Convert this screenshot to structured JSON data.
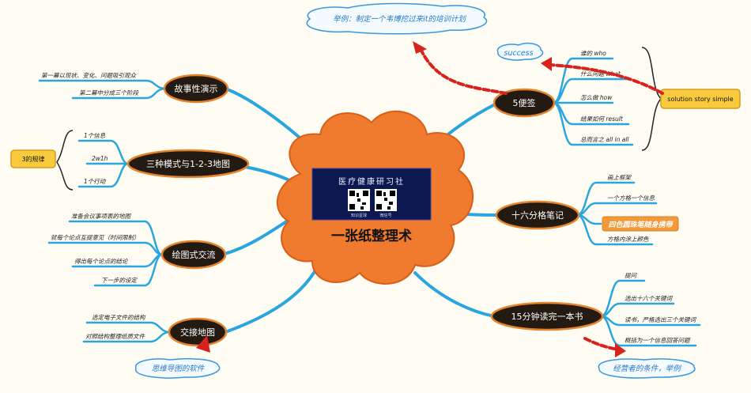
{
  "central": {
    "title": "一张纸整理术",
    "logo_title": "医疗健康研习社",
    "logo_caption_left": "知识星球",
    "logo_caption_right": "微信号"
  },
  "topics": {
    "story": "故事性演示",
    "three": "三种模式与1-2-3地图",
    "drawing": "绘图式交流",
    "transfer": "交接地图",
    "s5": "5便签",
    "sixteen": "十六分格笔记",
    "read": "15分钟读完一本书"
  },
  "leaves": {
    "story": [
      "第一幕以现状、变化、问题吸引观众",
      "第二幕中分成三个阶段"
    ],
    "three": [
      "1个信息",
      "2w1h",
      "1个行动"
    ],
    "drawing": [
      "准备会议事项表的地图",
      "就每个论点互提意见（时间限制）",
      "得出每个论点的结论",
      "下一步的设定"
    ],
    "transfer": [
      "选定电子文件的结构",
      "对照结构整理纸质文件"
    ],
    "s5": [
      "谁的 who",
      "什么问题 what",
      "怎么做 how",
      "结果如何 result",
      "总而言之 all in all"
    ],
    "sixteen": [
      "画上框架",
      "一个方格一个信息",
      "四色圆珠笔随身携带",
      "方格内涂上颜色"
    ],
    "read": [
      "提问",
      "选出十六个关键词",
      "读书，严格选出三个关键词",
      "概括为一个信息回答问题"
    ]
  },
  "notes": {
    "rule3": "3的规律",
    "solution": "solution story simple",
    "pen_highlight": "四色圆珠笔随身携带"
  },
  "clouds": {
    "example": "举例：制定一个韦博挖过来it的培训计划",
    "success": "success",
    "software": "思维导图的软件",
    "manager": "经营者的条件，举例"
  },
  "colors": {
    "branch": "#29a6e0",
    "central_cloud": "#f07a2e",
    "topic_fill": "#231a12",
    "topic_border": "#e6842c",
    "cloud_text": "#2a78c8",
    "note_fill": "#f7cb3d",
    "arrow": "#d8221c"
  }
}
